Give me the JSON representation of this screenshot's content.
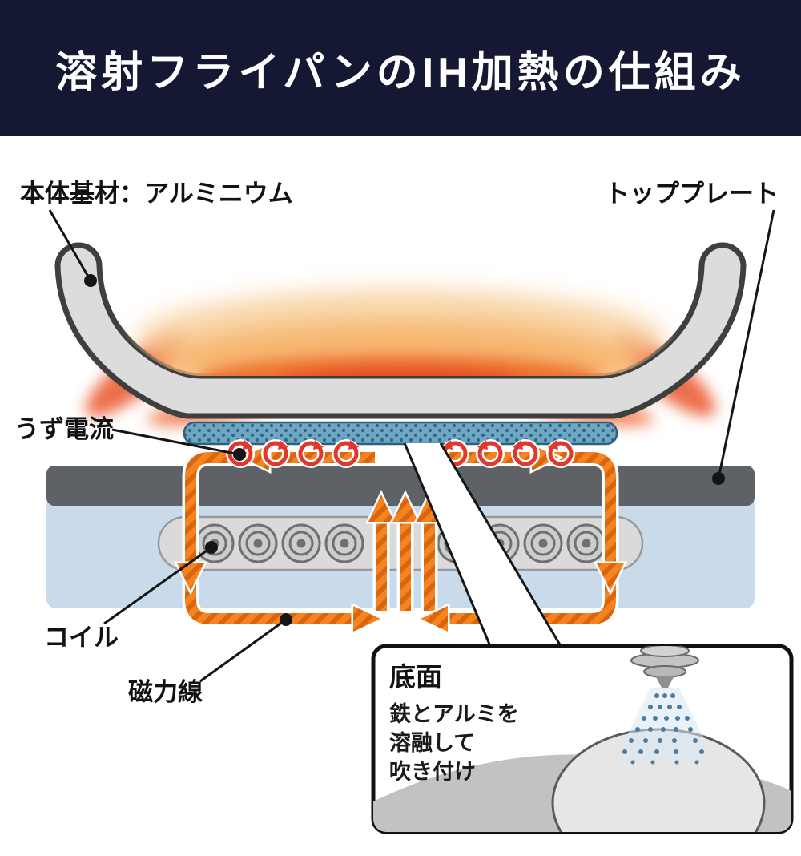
{
  "header": {
    "title": "溶射フライパンのIH加熱の仕組み"
  },
  "labels": {
    "body_material": "本体基材：アルミニウム",
    "top_plate": "トッププレート",
    "eddy_current": "うず電流",
    "coil": "コイル",
    "magnetic_lines": "磁力線"
  },
  "inset": {
    "title": "底面",
    "line1": "鉄とアルミを",
    "line2": "溶融して",
    "line3": "吹き付け"
  },
  "colors": {
    "header_bg": "#141833",
    "arrow_orange": "#f5831f",
    "arrow_orange_dark": "#d9650e",
    "eddy_red": "#e2372b",
    "cooktop_blue": "#c9daea",
    "top_plate_gray": "#5e6266",
    "pan_gray": "#dcdcdc",
    "spray_blue": "#4a7da3"
  }
}
